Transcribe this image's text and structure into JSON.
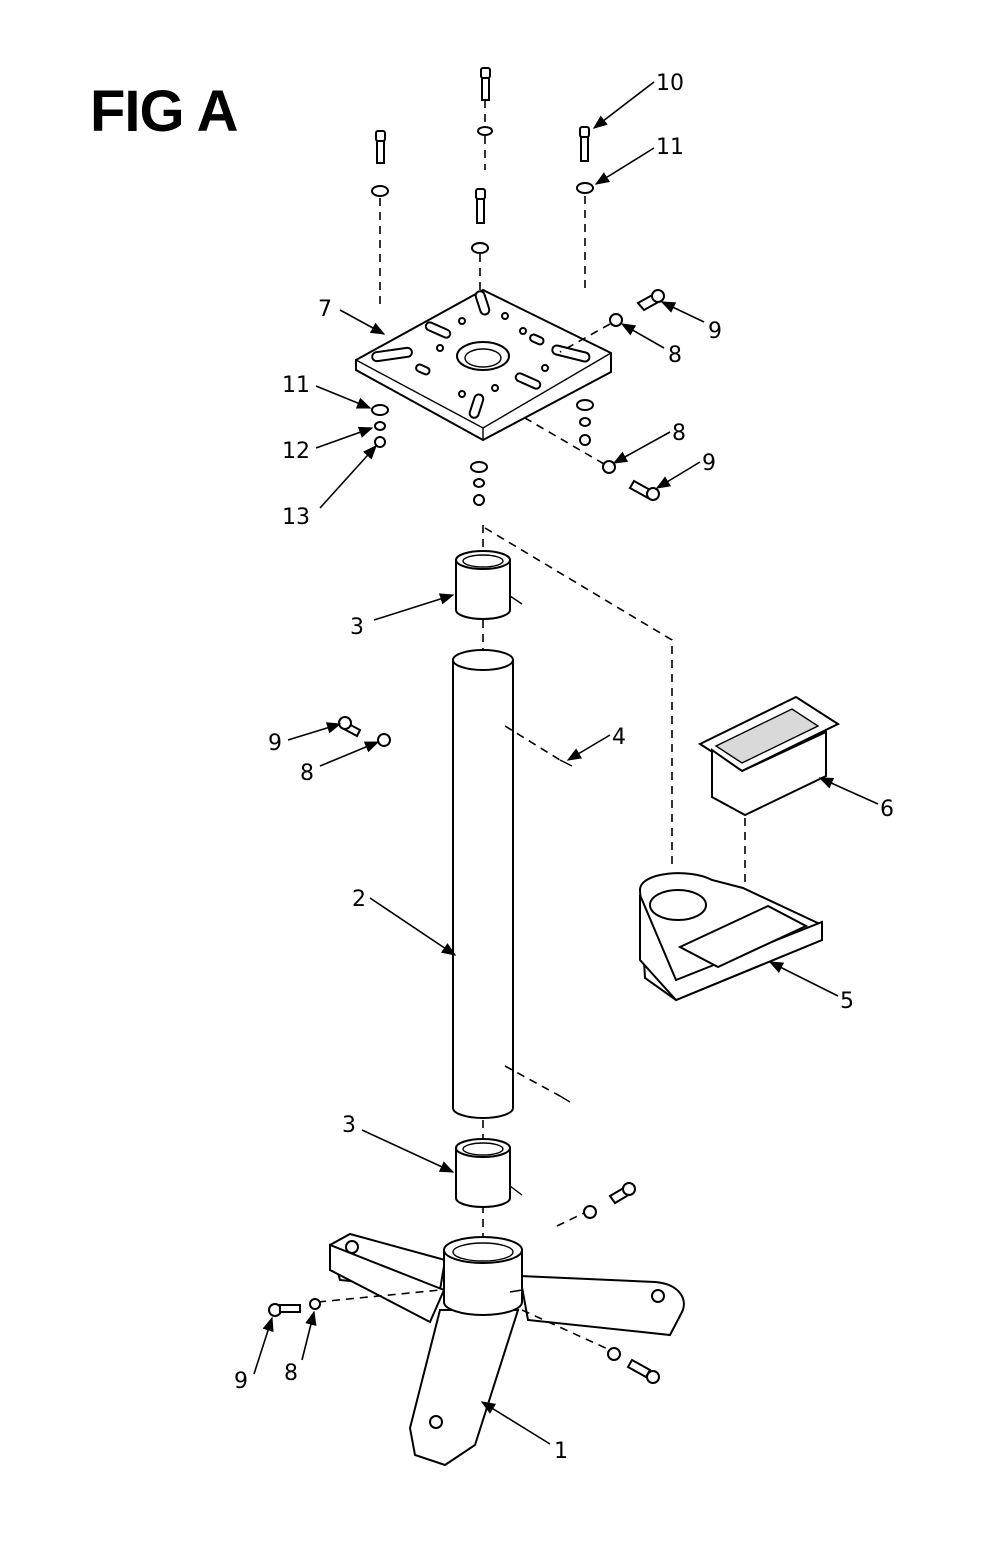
{
  "figure": {
    "title": "FIG A"
  },
  "callouts": [
    {
      "id": "c10a",
      "text": "10"
    },
    {
      "id": "c11a",
      "text": "11"
    },
    {
      "id": "c7",
      "text": "7"
    },
    {
      "id": "c9a",
      "text": "9"
    },
    {
      "id": "c8a",
      "text": "8"
    },
    {
      "id": "c11b",
      "text": "11"
    },
    {
      "id": "c12",
      "text": "12"
    },
    {
      "id": "c13",
      "text": "13"
    },
    {
      "id": "c8b",
      "text": "8"
    },
    {
      "id": "c9b",
      "text": "9"
    },
    {
      "id": "c3a",
      "text": "3"
    },
    {
      "id": "c9c",
      "text": "9"
    },
    {
      "id": "c8c",
      "text": "8"
    },
    {
      "id": "c4",
      "text": "4"
    },
    {
      "id": "c6",
      "text": "6"
    },
    {
      "id": "c2",
      "text": "2"
    },
    {
      "id": "c5",
      "text": "5"
    },
    {
      "id": "c3b",
      "text": "3"
    },
    {
      "id": "c9d",
      "text": "9"
    },
    {
      "id": "c8d",
      "text": "8"
    },
    {
      "id": "c1",
      "text": "1"
    }
  ]
}
